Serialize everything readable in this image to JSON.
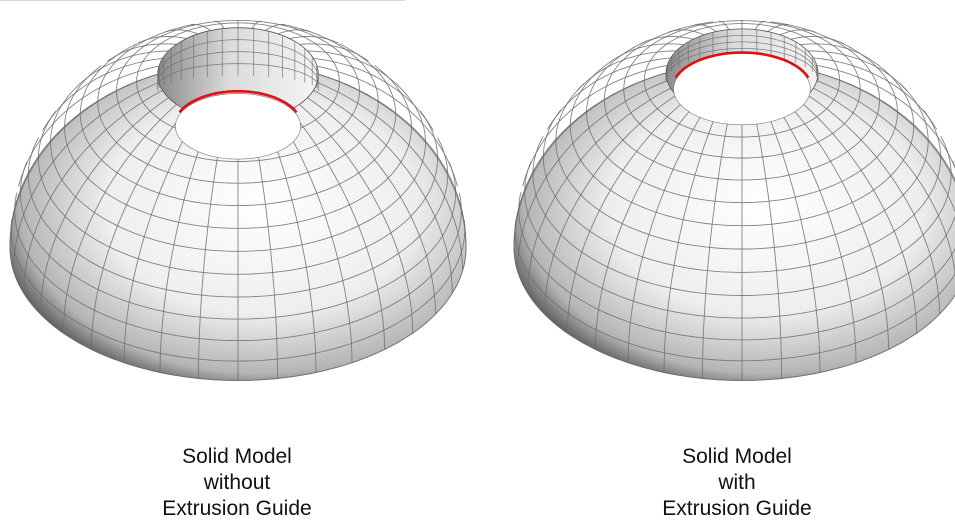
{
  "figures": [
    {
      "id": "left",
      "caption_lines": [
        "Solid Model",
        "without",
        "Extrusion Guide"
      ]
    },
    {
      "id": "right",
      "caption_lines": [
        "Solid Model",
        "with",
        "Extrusion Guide"
      ]
    }
  ],
  "colors": {
    "background": "#ffffff",
    "mesh_line": "#6e6e6e",
    "guide_curve": "#e01010",
    "shade_light": "#ffffff",
    "shade_dark": "#3a3a3a",
    "caption_text": "#111111"
  }
}
